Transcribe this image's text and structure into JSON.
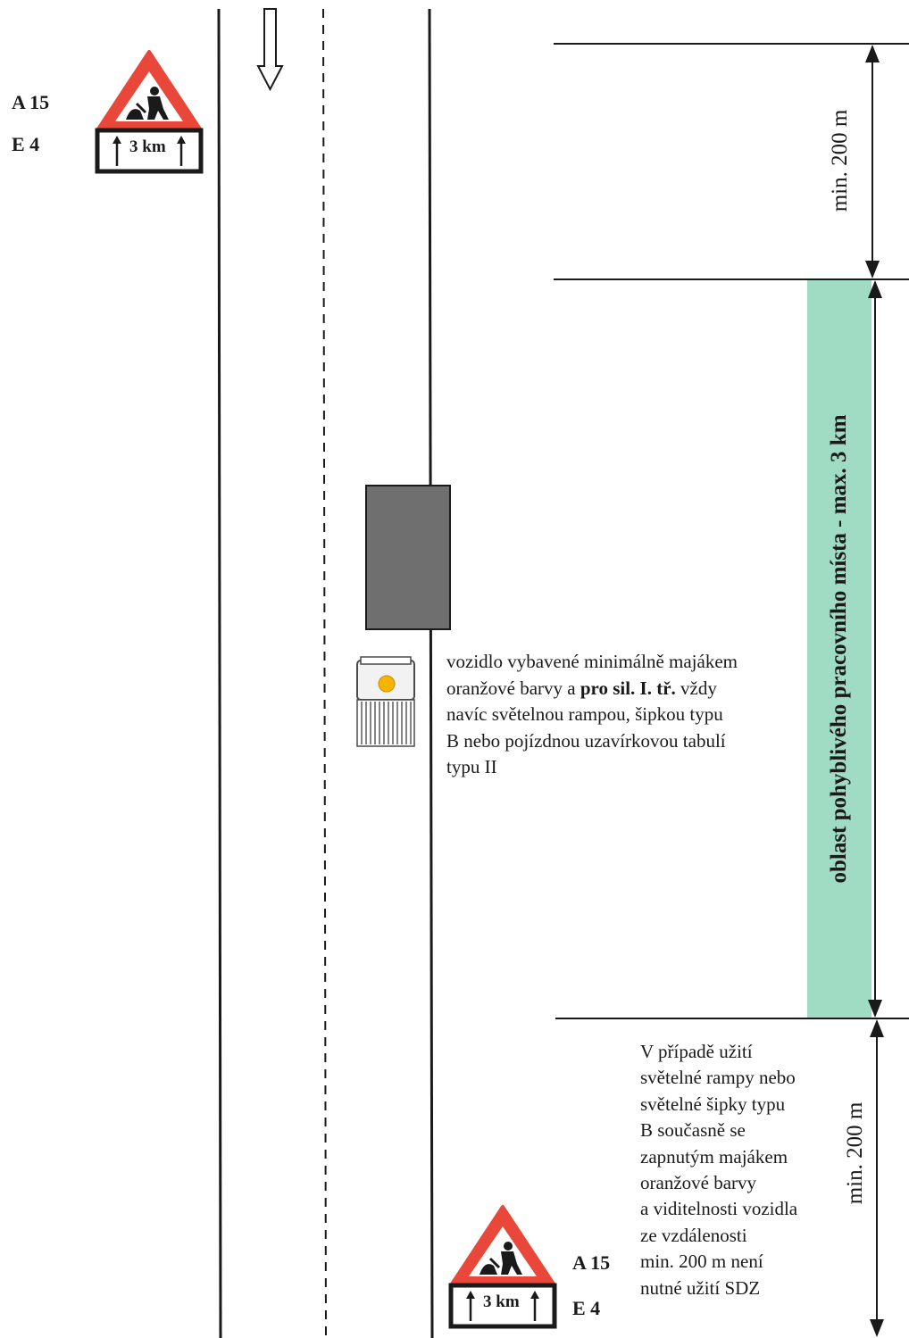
{
  "signs": {
    "top": {
      "code_upper": "A 15",
      "code_lower": "E 4",
      "distance": "3 km"
    },
    "bottom": {
      "code_upper": "A 15",
      "code_lower": "E 4",
      "distance": "3 km"
    }
  },
  "dimensions": {
    "upper": "min. 200 m",
    "zone": "oblast pohyblivého pracovního místa - max. 3 km",
    "lower": "min. 200 m"
  },
  "vehicle_note": {
    "line1": "vozidlo vybavené minimálně majákem",
    "line2_prefix": "oranžové barvy a ",
    "line2_bold": "pro sil. I. tř.",
    "line2_suffix": " vždy",
    "line3": "navíc světelnou rampou, šipkou typu",
    "line4": "B nebo pojízdnou uzavírkovou tabulí",
    "line5": "typu II"
  },
  "lower_note": {
    "lines": [
      "V případě užití",
      "světelné rampy nebo",
      "světelné šipky typu",
      "B současně se",
      "zapnutým majákem",
      "oranžové barvy",
      "a viditelnosti vozidla",
      "ze vzdálenosti",
      "min. 200 m není",
      "nutné užití SDZ"
    ]
  },
  "colors": {
    "zone_fill": "#9fdcc3",
    "sign_red": "#e8473a",
    "vehicle_gray": "#6f6f6f",
    "beacon": "#f4b400"
  },
  "icons": [
    "road-works-warning-sign-icon",
    "distance-arrow-up-icon",
    "direction-arrow-down-icon",
    "beacon-icon"
  ]
}
